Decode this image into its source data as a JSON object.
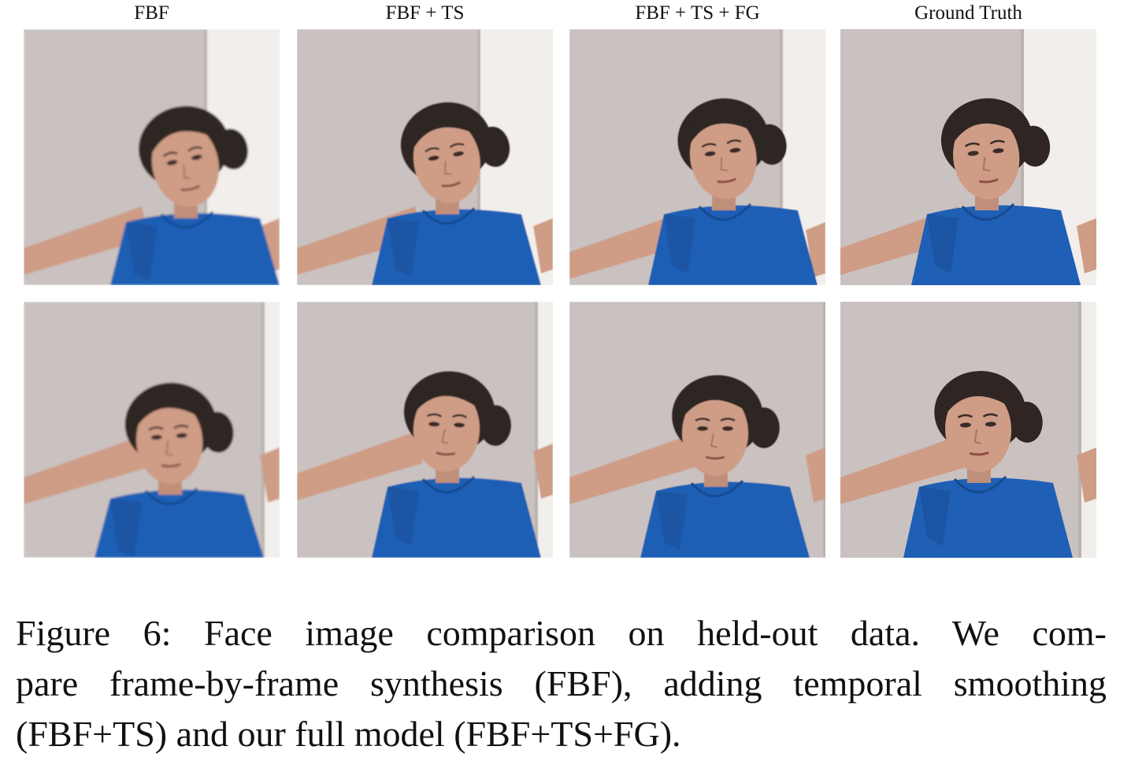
{
  "figure": {
    "column_headers": [
      "FBF",
      "FBF + TS",
      "FBF + TS + FG",
      "Ground Truth"
    ],
    "caption_lines": [
      "Figure 6:  Face image comparison on held-out data.  We com-",
      "pare frame-by-frame synthesis (FBF), adding temporal smoothing",
      "(FBF+TS) and our full model (FBF+TS+FG)."
    ]
  },
  "colors": {
    "wall": "#c9c2c0",
    "door_frame": "#f1eeeb",
    "shirt": "#1f5fb5",
    "skin": "#cf9c86",
    "hair": "#2f2523"
  }
}
